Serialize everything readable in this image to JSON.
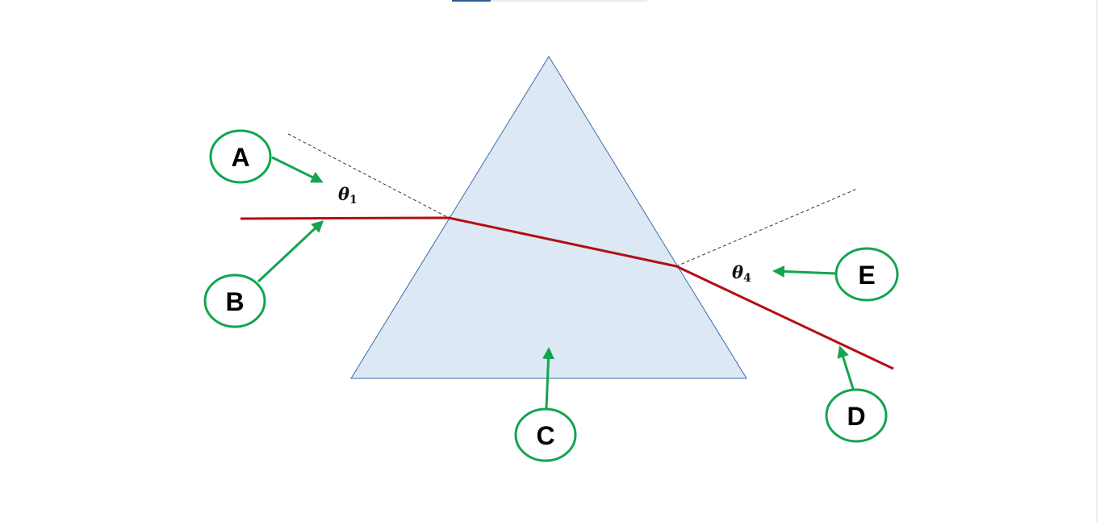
{
  "diagram": {
    "angles": {
      "theta1": {
        "symbol": "θ",
        "subscript": "1"
      },
      "theta4": {
        "symbol": "θ",
        "subscript": "4"
      }
    },
    "callouts": {
      "a": "A",
      "b": "B",
      "c": "C",
      "d": "D",
      "e": "E"
    },
    "colors": {
      "prism_fill": "#dde8f5",
      "prism_outline": "#3d6aa6",
      "light_ray": "#b40f14",
      "callout_green": "#12a54e",
      "normal_line": "#333333"
    }
  }
}
